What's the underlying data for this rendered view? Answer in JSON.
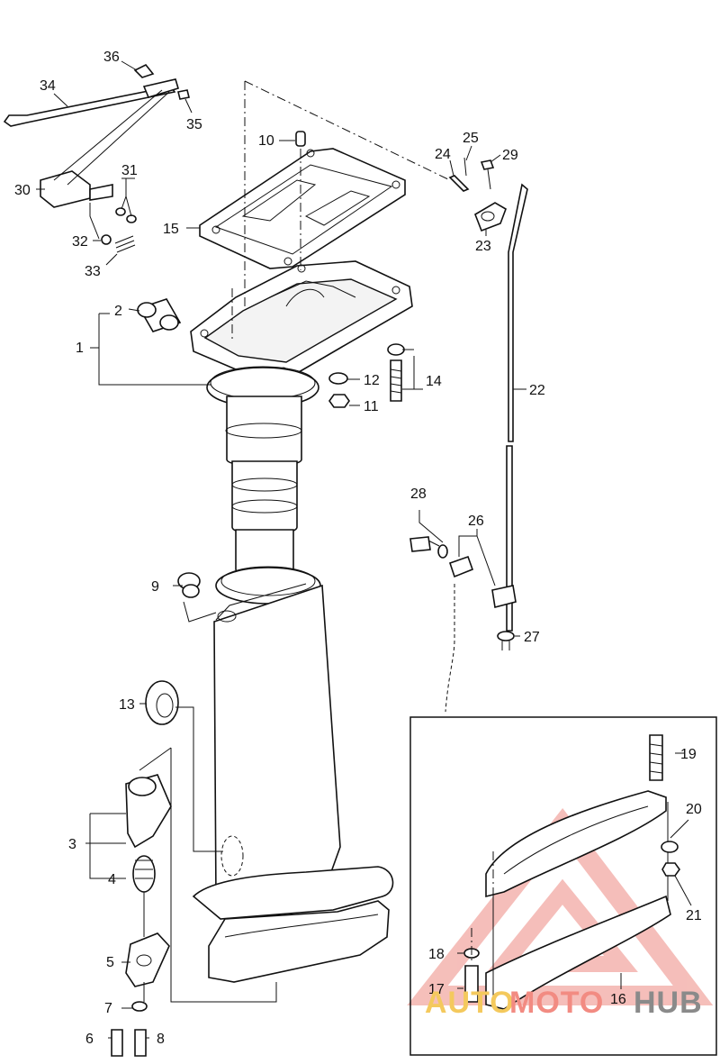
{
  "diagram": {
    "part_numbers": {
      "p1": "1",
      "p2": "2",
      "p3": "3",
      "p4": "4",
      "p5": "5",
      "p6": "6",
      "p7": "7",
      "p8": "8",
      "p9": "9",
      "p10": "10",
      "p11": "11",
      "p12": "12",
      "p13": "13",
      "p14": "14",
      "p15": "15",
      "p16": "16",
      "p17": "17",
      "p18": "18",
      "p19": "19",
      "p20": "20",
      "p21": "21",
      "p22": "22",
      "p23": "23",
      "p24": "24",
      "p25": "25",
      "p26": "26",
      "p27": "27",
      "p28": "28",
      "p29": "29",
      "p30": "30",
      "p31": "31",
      "p32": "32",
      "p33": "33",
      "p34": "34",
      "p35": "35",
      "p36": "36"
    }
  },
  "watermark": {
    "part1": "AUTO",
    "part2": "MOTO",
    "part3": "HUB",
    "colors": {
      "auto": "#f4c95d",
      "moto": "#f28b82",
      "hub": "#8a8a8a",
      "logo": "#f2a9a3"
    }
  }
}
